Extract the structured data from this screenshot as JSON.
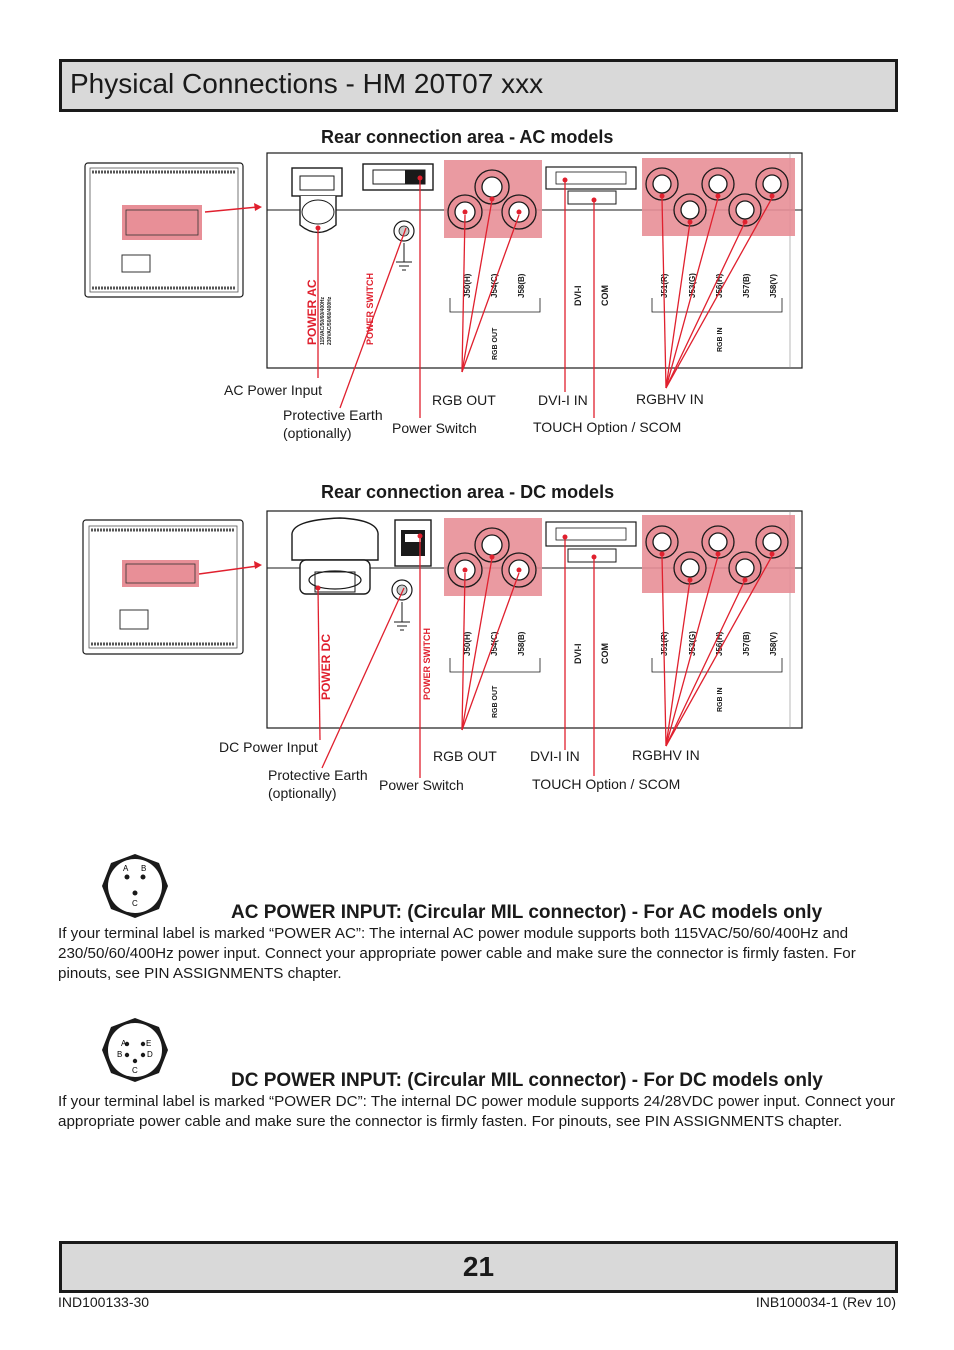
{
  "page": {
    "title": "Physical Connections - HM 20T07 xxx",
    "page_number": "21",
    "footer_left": "IND100133-30",
    "footer_right": "INB100034-1 (Rev 10)"
  },
  "ac_section": {
    "heading": "Rear connection area - AC models",
    "labels": {
      "power_input": "AC Power Input",
      "earth": "Protective Earth\n(optionally)",
      "power_switch": "Power Switch",
      "rgb_out": "RGB OUT",
      "dvi_in": "DVI-I IN",
      "touch": "TOUCH Option / SCOM",
      "rgbhv_in": "RGBHV IN"
    },
    "panel_text": {
      "power": "POWER AC",
      "power_spec1": "115VAC/50/60/400Hz",
      "power_spec2": "230VAC/50/60/400Hz",
      "switch": "POWER SWITCH",
      "out_group": "RGB OUT",
      "in_group": "RGB IN",
      "dvi": "DVI-I",
      "com": "COM",
      "out_jacks": [
        "J50(H)",
        "J54(C)",
        "J58(B)"
      ],
      "in_jacks": [
        "J51(R)",
        "J53(G)",
        "J56(H)",
        "J57(B)",
        "J58(V)"
      ]
    }
  },
  "dc_section": {
    "heading": "Rear connection area - DC models",
    "labels": {
      "power_input": "DC Power Input",
      "earth": "Protective Earth\n(optionally)",
      "power_switch": "Power Switch",
      "rgb_out": "RGB OUT",
      "dvi_in": "DVI-I IN",
      "touch": "TOUCH Option / SCOM",
      "rgbhv_in": "RGBHV IN"
    },
    "panel_text": {
      "power": "POWER DC",
      "switch": "POWER SWITCH",
      "out_group": "RGB OUT",
      "in_group": "RGB IN",
      "dvi": "DVI-I",
      "com": "COM",
      "out_jacks": [
        "J50(H)",
        "J54(C)",
        "J58(B)"
      ],
      "in_jacks": [
        "J51(R)",
        "J53(G)",
        "J56(H)",
        "J57(B)",
        "J58(V)"
      ]
    }
  },
  "ac_power": {
    "heading": "AC POWER INPUT: (Circular MIL connector) - For AC models only",
    "body": "If your terminal label is marked “POWER AC”: The internal AC power module supports both 115VAC/50/60/400Hz and 230/50/60/400Hz power input. Connect your appropriate power cable and make sure the connector is firmly fasten. For pinouts, see PIN ASSIGNMENTS chapter.",
    "pins": [
      "A",
      "B",
      "C"
    ]
  },
  "dc_power": {
    "heading": "DC POWER INPUT: (Circular MIL connector) - For DC models only",
    "body": "If your terminal label is marked “POWER DC”: The internal DC power module supports 24/28VDC power input. Connect your appropriate power cable and make sure the connector is firmly fasten. For pinouts, see PIN ASSIGNMENTS chapter.",
    "pins": [
      "A",
      "B",
      "C",
      "D",
      "E"
    ]
  },
  "colors": {
    "highlight": "#e88f97",
    "pointer": "#e0202e",
    "bar": "#d9d9d9"
  }
}
